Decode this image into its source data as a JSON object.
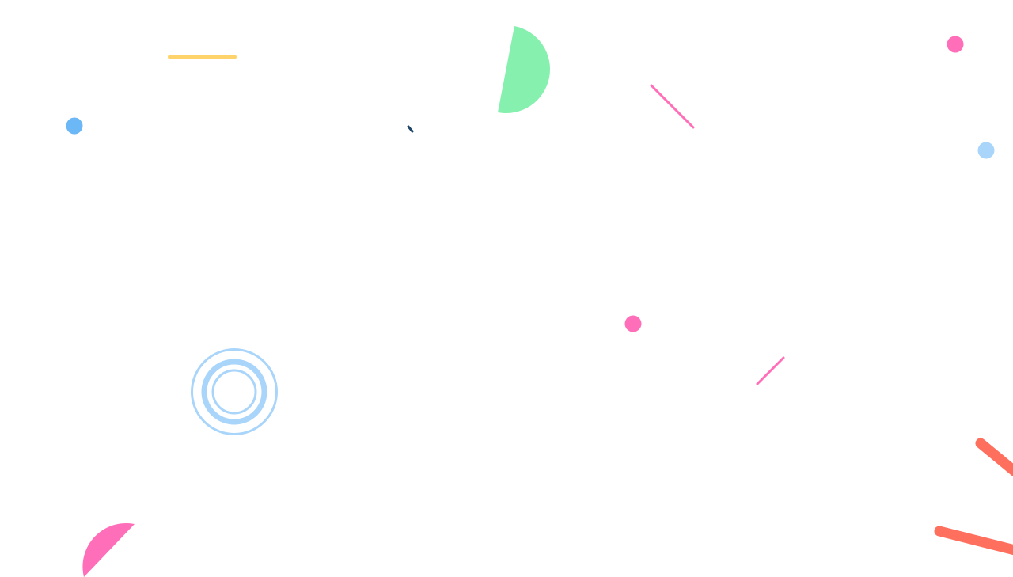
{
  "colors": {
    "background": "#ffffff",
    "yellow": "#ffd36b",
    "green": "#86f0ae",
    "pink": "#ff6eb9",
    "blue": "#6cb8f7",
    "light_blue": "#aad5fb",
    "navy": "#1f4566",
    "coral": "#ff6f5e"
  },
  "shapes": [
    {
      "name": "yellow-dash",
      "kind": "line",
      "color": "yellow"
    },
    {
      "name": "green-half-disc",
      "kind": "half-disc",
      "color": "green"
    },
    {
      "name": "pink-slash-top",
      "kind": "line",
      "color": "pink"
    },
    {
      "name": "pink-dot-top-right",
      "kind": "dot",
      "color": "pink"
    },
    {
      "name": "blue-dot-left",
      "kind": "dot",
      "color": "blue"
    },
    {
      "name": "navy-tick",
      "kind": "line",
      "color": "navy"
    },
    {
      "name": "light-blue-dot-right",
      "kind": "dot",
      "color": "light_blue"
    },
    {
      "name": "pink-dot-center",
      "kind": "dot",
      "color": "pink"
    },
    {
      "name": "pink-slash-lower",
      "kind": "line",
      "color": "pink"
    },
    {
      "name": "concentric-rings",
      "kind": "rings",
      "color": "light_blue"
    },
    {
      "name": "pink-half-disc",
      "kind": "half-disc",
      "color": "pink"
    },
    {
      "name": "coral-bar-upper",
      "kind": "line",
      "color": "coral"
    },
    {
      "name": "coral-bar-lower",
      "kind": "line",
      "color": "coral"
    }
  ]
}
